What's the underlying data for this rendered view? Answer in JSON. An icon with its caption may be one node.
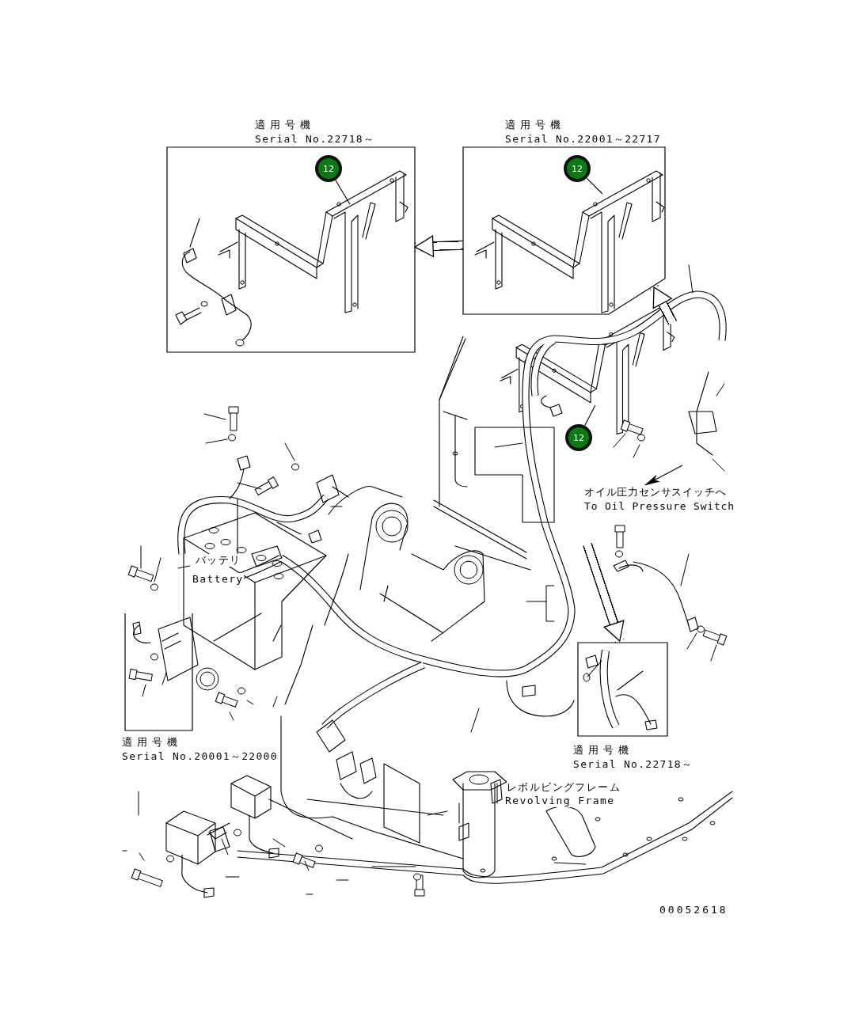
{
  "diagram": {
    "nodes": [
      {
        "text": [
          "適用号機",
          "Serial No.22718～"
        ]
      },
      {
        "text": [
          "適用号機",
          "Serial No.22001～22717"
        ]
      },
      {
        "text": [
          "適用号機",
          "Serial No.20001～22000"
        ]
      },
      {
        "text": [
          "適用号機",
          "Serial No.22718～"
        ]
      },
      {
        "text": [
          "12"
        ],
        "in": 0
      },
      {
        "text": [
          "12"
        ],
        "in": 1
      },
      {
        "text": [
          "12"
        ]
      },
      {
        "text": [
          "オイル圧力センサスイッチへ",
          "To Oil Pressure Switch"
        ]
      },
      {
        "text": [],
        "shape": "picture"
      }
    ],
    "edges": [
      {
        "from": 1,
        "to": 0,
        "arrow": "to",
        "style": "thick"
      },
      {
        "from": 8,
        "to": 1,
        "arrow": "to",
        "style": "thick"
      },
      {
        "from": null,
        "to": 3,
        "arrow": "to",
        "style": "thick"
      },
      {
        "from": 4,
        "to": null,
        "arrow": "none"
      },
      {
        "from": 5,
        "to": null,
        "arrow": "none"
      },
      {
        "from": 6,
        "to": 8,
        "arrow": "none"
      },
      {
        "from": null,
        "to": 7,
        "arrow": "to"
      }
    ],
    "labels": [
      "バッテリ",
      "Battery",
      "レボルビングフレーム",
      "Revolving Frame",
      "00052618"
    ]
  }
}
